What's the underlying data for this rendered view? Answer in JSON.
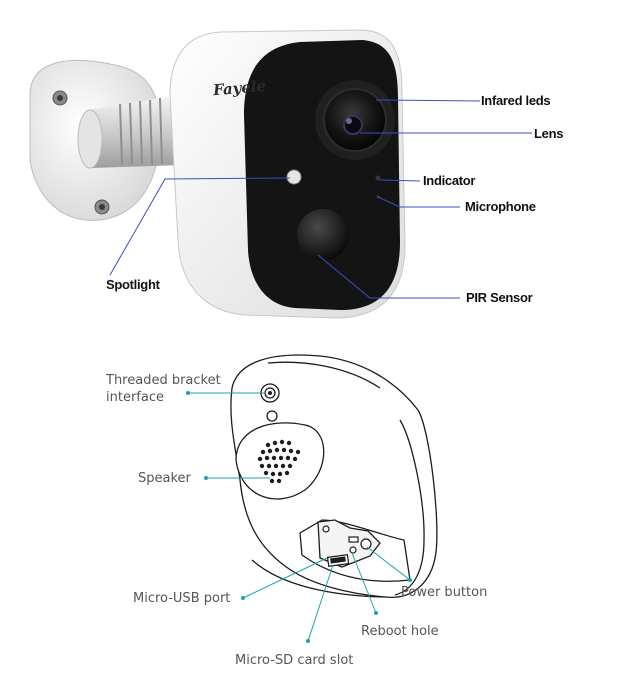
{
  "camera": {
    "brand": "Fayele"
  },
  "callouts_front": {
    "infrared_leds": "Infared leds",
    "lens": "Lens",
    "indicator": "Indicator",
    "microphone": "Microphone",
    "spotlight": "Spotlight",
    "pir_sensor": "PIR Sensor"
  },
  "callouts_back": {
    "bracket_line1": "Threaded bracket",
    "bracket_line2": "interface",
    "speaker": "Speaker",
    "micro_usb": "Micro-USB port",
    "power_button": "Power button",
    "reboot_hole": "Reboot hole",
    "micro_sd": "Micro-SD card slot"
  },
  "colors": {
    "front_callout_line": "#3a4ec7",
    "back_callout_line": "#1aa6a6",
    "camera_body": "#f2f2f2",
    "camera_face": "#141414"
  }
}
